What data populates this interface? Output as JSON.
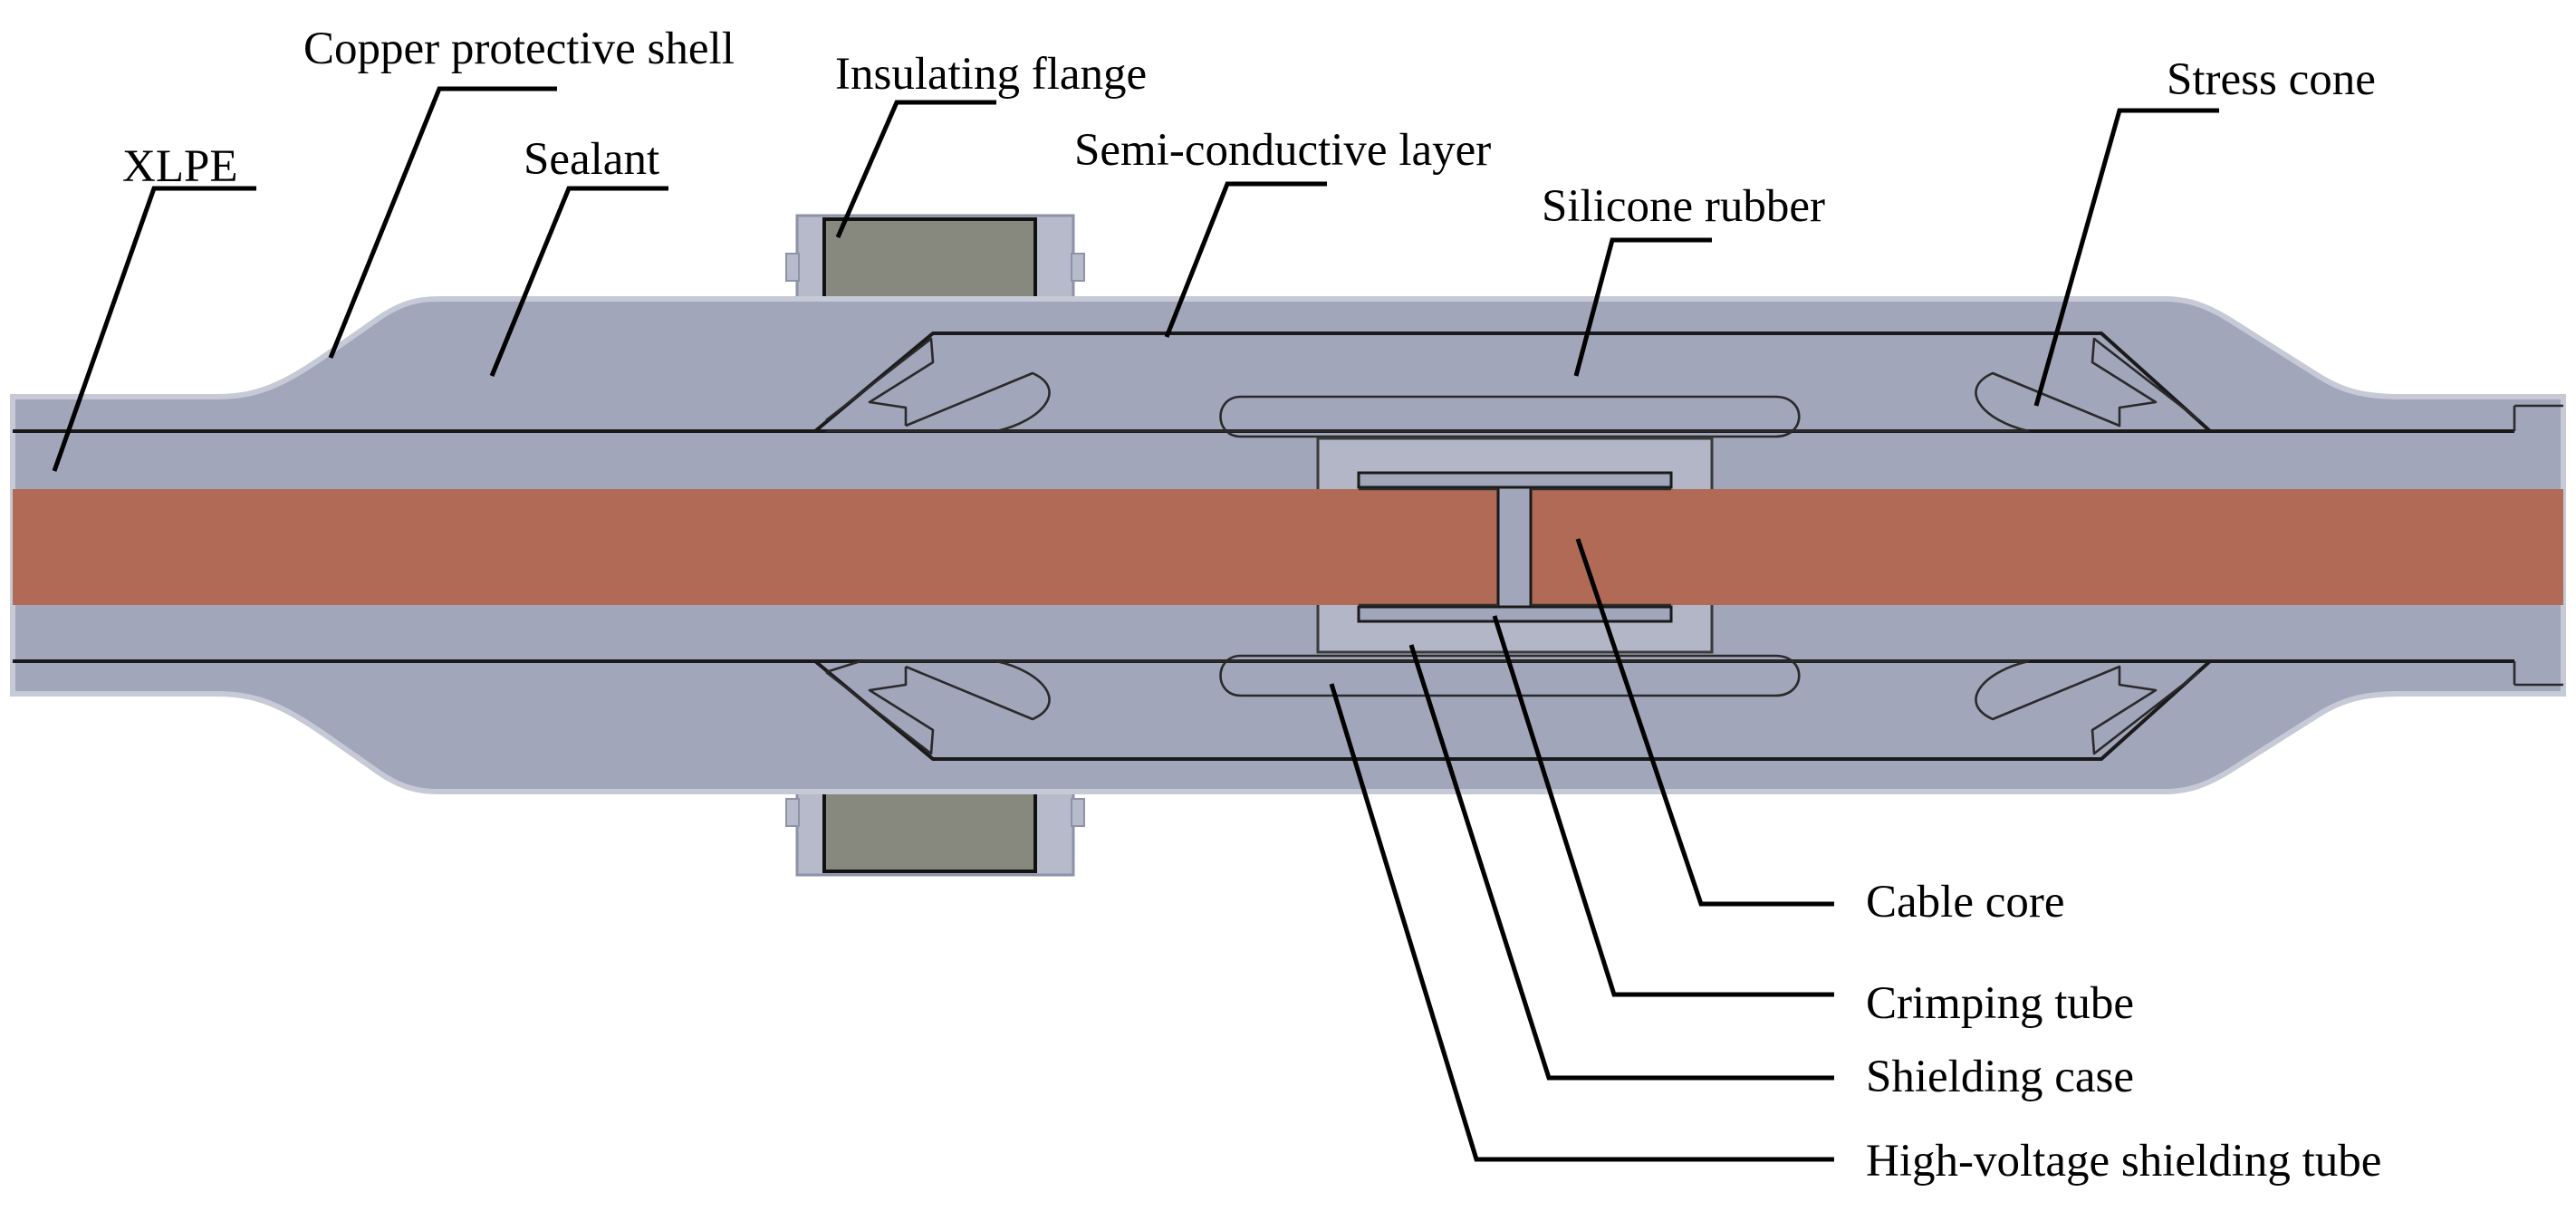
{
  "colors": {
    "background": "#ffffff",
    "body_gray_blue": "#a1a6ba",
    "housing_edge": "#c6c9d6",
    "cable_core": "#b06a55",
    "flange": "#87897f",
    "shielding_case": "#b3b6c6",
    "leader_lines": "#000000"
  },
  "labels": {
    "xlpe": "XLPE",
    "copper_protective_shell": "Copper protective shell",
    "sealant": "Sealant",
    "insulating_flange": "Insulating flange",
    "semi_conductive_layer": "Semi-conductive layer",
    "silicone_rubber": "Silicone rubber",
    "stress_cone": "Stress cone",
    "cable_core": "Cable core",
    "crimping_tube": "Crimping tube",
    "shielding_case": "Shielding case",
    "high_voltage_shielding_tube": "High-voltage shielding tube"
  }
}
